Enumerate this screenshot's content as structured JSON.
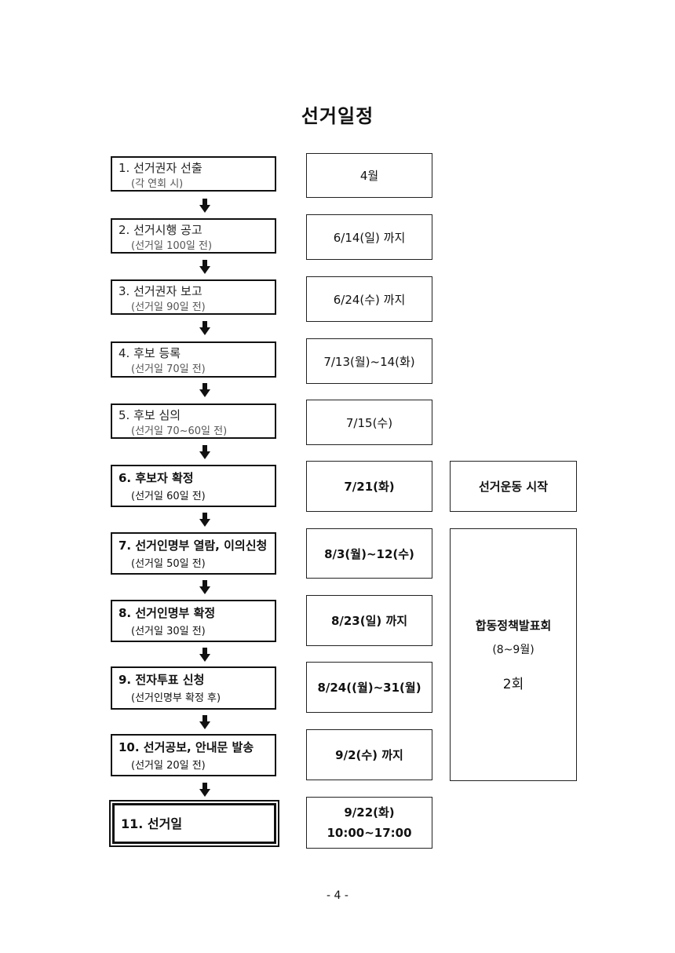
{
  "title": "선거일정",
  "steps": [
    {
      "label": "1. 선거권자 선출",
      "note": "(각 연회 시)"
    },
    {
      "label": "2. 선거시행 공고",
      "note": "(선거일 100일 전)"
    },
    {
      "label": "3. 선거권자 보고",
      "note": "(선거일 90일 전)"
    },
    {
      "label": "4. 후보 등록",
      "note": "(선거일 70일 전)"
    },
    {
      "label": "5. 후보 심의",
      "note": "(선거일 70~60일 전)"
    },
    {
      "label": "6. 후보자 확정",
      "note": "(선거일 60일 전)"
    },
    {
      "label": "7. 선거인명부 열람, 이의신청",
      "note": "(선거일 50일 전)"
    },
    {
      "label": "8. 선거인명부 확정",
      "note": "(선거일 30일 전)"
    },
    {
      "label": "9. 전자투표 신청",
      "note": "(선거인명부 확정 후)"
    },
    {
      "label": "10. 선거공보, 안내문 발송",
      "note": "(선거일 20일 전)"
    },
    {
      "label": "11. 선거일"
    }
  ],
  "dates": [
    "4월",
    "6/14(일) 까지",
    "6/24(수) 까지",
    "7/13(월)~14(화)",
    "7/15(수)",
    "7/21(화)",
    "8/3(월)~12(수)",
    "8/23(일) 까지",
    "8/24((월)~31(월)",
    "9/2(수) 까지",
    "9/22(화)"
  ],
  "final_time": "10:00~17:00",
  "side": {
    "campaign_start": "선거운동 시작",
    "debate_title": "합동정책발표회",
    "debate_period": "(8~9월)",
    "debate_count": "2회"
  },
  "page_number": "- 4 -"
}
